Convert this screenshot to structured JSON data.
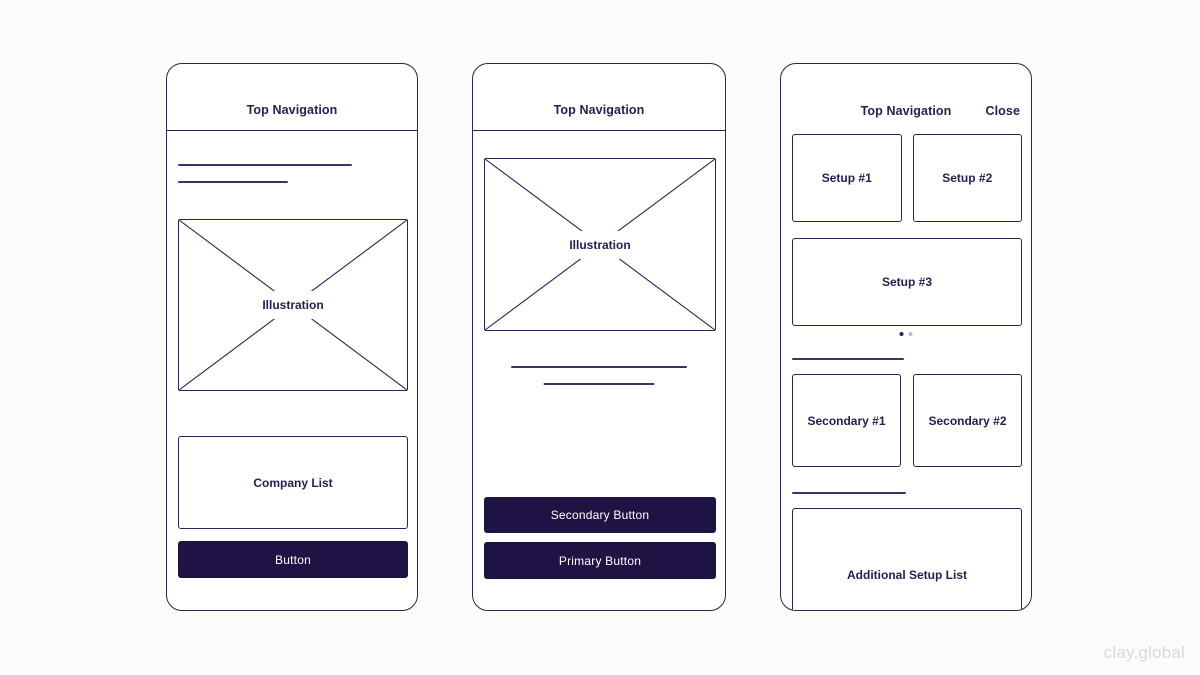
{
  "watermark": "clay.global",
  "colors": {
    "ink": "#2b2355",
    "dark_fill": "#1e1343",
    "inactive_dot": "#bcbcc6",
    "background": "#fcfcfc"
  },
  "phones": {
    "left": {
      "nav_title": "Top Navigation",
      "illustration_label": "Illustration",
      "company_list_label": "Company List",
      "button_label": "Button"
    },
    "middle": {
      "nav_title": "Top Navigation",
      "illustration_label": "Illustration",
      "secondary_button_label": "Secondary Button",
      "primary_button_label": "Primary Button"
    },
    "right": {
      "nav_title": "Top Navigation",
      "close_label": "Close",
      "setup_cards": [
        "Setup #1",
        "Setup #2",
        "Setup #3"
      ],
      "pagination": {
        "total_dots": 2,
        "active_dot": 1
      },
      "secondary_cards": [
        "Secondary #1",
        "Secondary #2"
      ],
      "additional_list_label": "Additional Setup List"
    }
  }
}
